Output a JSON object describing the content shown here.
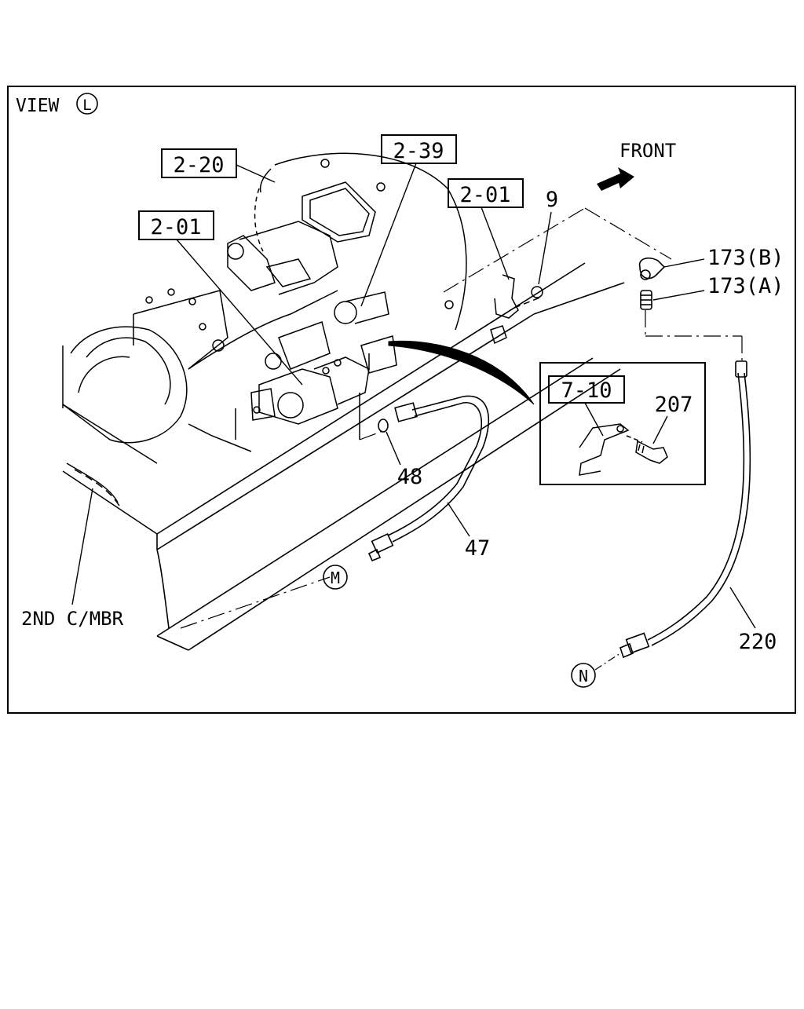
{
  "view_label": "VIEW",
  "view_letter": "L",
  "direction_label": "FRONT",
  "boxed_refs": {
    "ref_2_20": "2-20",
    "ref_2_39": "2-39",
    "ref_2_01_upper": "2-01",
    "ref_2_01_left": "2-01",
    "ref_7_10": "7-10"
  },
  "part_numbers": {
    "p9": "9",
    "p173b": "173(B)",
    "p173a": "173(A)",
    "p207": "207",
    "p48": "48",
    "p47": "47",
    "p220": "220"
  },
  "connectors": {
    "m": "M",
    "n": "N"
  },
  "member_label": "2ND C/MBR"
}
